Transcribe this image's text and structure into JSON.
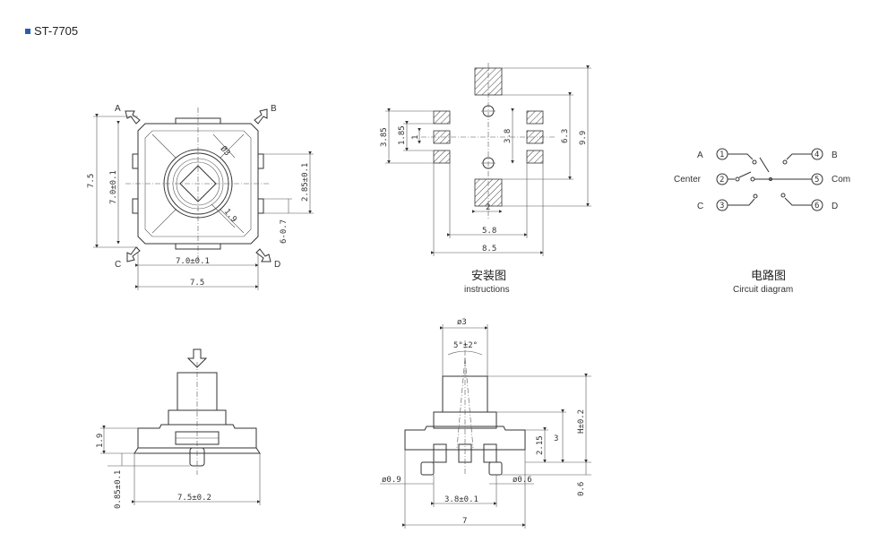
{
  "title": "ST-7705",
  "colors": {
    "bullet": "#2a5db0",
    "line": "#333333"
  },
  "top_view": {
    "corner_labels": {
      "a": "A",
      "b": "B",
      "c": "C",
      "d": "D"
    },
    "dims": {
      "height_outer": "7.5",
      "height_inner": "7.0±0.1",
      "width_inner": "7.0±0.1",
      "width_outer": "7.5",
      "pin_pitch": "2.85±0.1",
      "pin_width": "6-0.7",
      "dia_top": "Ø3",
      "dia_bottom": "1.9"
    }
  },
  "instructions": {
    "caption_cn": "安装图",
    "caption_en": "instructions",
    "dims": {
      "left_outer": "3.85",
      "left_mid": "1.85",
      "left_inner": "1",
      "center": "3.8",
      "right_mid": "6.3",
      "right_outer": "9.9",
      "bottom_inner": "2",
      "bottom_mid": "5.8",
      "bottom_outer": "8.5"
    }
  },
  "circuit": {
    "caption_cn": "电路图",
    "caption_en": "Circuit diagram",
    "left_labels": {
      "a": "A",
      "center": "Center",
      "c": "C"
    },
    "right_labels": {
      "b": "B",
      "com": "Com",
      "d": "D"
    },
    "pins": {
      "p1": "1",
      "p2": "2",
      "p3": "3",
      "p4": "4",
      "p5": "5",
      "p6": "6"
    }
  },
  "front_view": {
    "dims": {
      "height": "1.9",
      "pin_height": "0.85±0.1",
      "width": "7.5±0.2"
    }
  },
  "side_view": {
    "dims": {
      "dia_top": "ø3",
      "angle": "5°±2°",
      "height": "H±0.2",
      "body_h": "3",
      "mid_h": "2.15",
      "pin_h": "0.6",
      "left_dia": "ø0.9",
      "right_dia": "ø0.6",
      "pin_pitch": "3.8±0.1",
      "width": "7"
    }
  }
}
